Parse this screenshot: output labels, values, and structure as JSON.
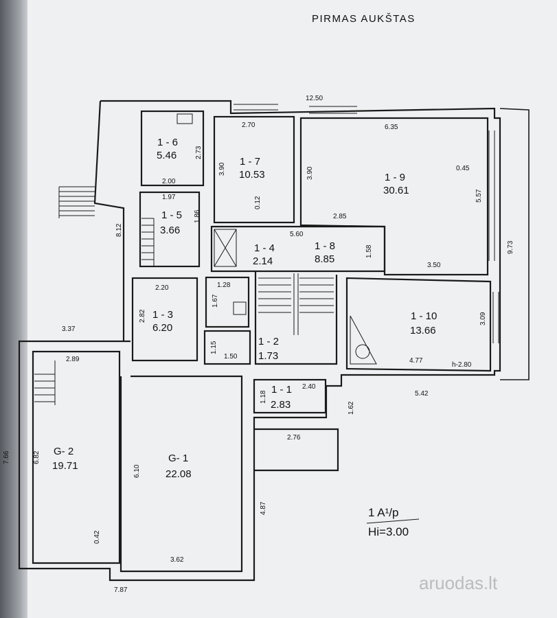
{
  "plan": {
    "title": "PIRMAS AUKŠTAS",
    "legend_line1": "1 A¹/p",
    "legend_line2": "Hi=3.00",
    "watermark": "aruodas.lt",
    "rooms": [
      {
        "code": "1 - 6",
        "area": "5.46"
      },
      {
        "code": "1 - 7",
        "area": "10.53"
      },
      {
        "code": "1 - 9",
        "area": "30.61"
      },
      {
        "code": "1 - 5",
        "area": "3.66"
      },
      {
        "code": "1 - 4",
        "area": "2.14"
      },
      {
        "code": "1 - 8",
        "area": "8.85"
      },
      {
        "code": "1 - 3",
        "area": "6.20"
      },
      {
        "code": "1 - 2",
        "area": "1.73"
      },
      {
        "code": "1 - 10",
        "area": "13.66"
      },
      {
        "code": "1 - 1",
        "area": "2.83"
      },
      {
        "code": "G- 2",
        "area": "19.71"
      },
      {
        "code": "G- 1",
        "area": "22.08"
      }
    ],
    "dimensions": [
      "12.50",
      "2.70",
      "6.35",
      "2.73",
      "3.90",
      "3.90",
      "0.45",
      "2.00",
      "1.97",
      "5.57",
      "0.12",
      "1.86",
      "2.85",
      "8.12",
      "5.60",
      "1.58",
      "9.73",
      "3.50",
      "2.20",
      "1.28",
      "1.67",
      "2.82",
      "3.09",
      "3.37",
      "1.15",
      "1.50",
      "4.77",
      "h-2.80",
      "2.89",
      "2.40",
      "5.42",
      "1.18",
      "1.62",
      "2.76",
      "7.66",
      "6.82",
      "6.10",
      "4.87",
      "0.42",
      "3.62",
      "7.87"
    ]
  }
}
